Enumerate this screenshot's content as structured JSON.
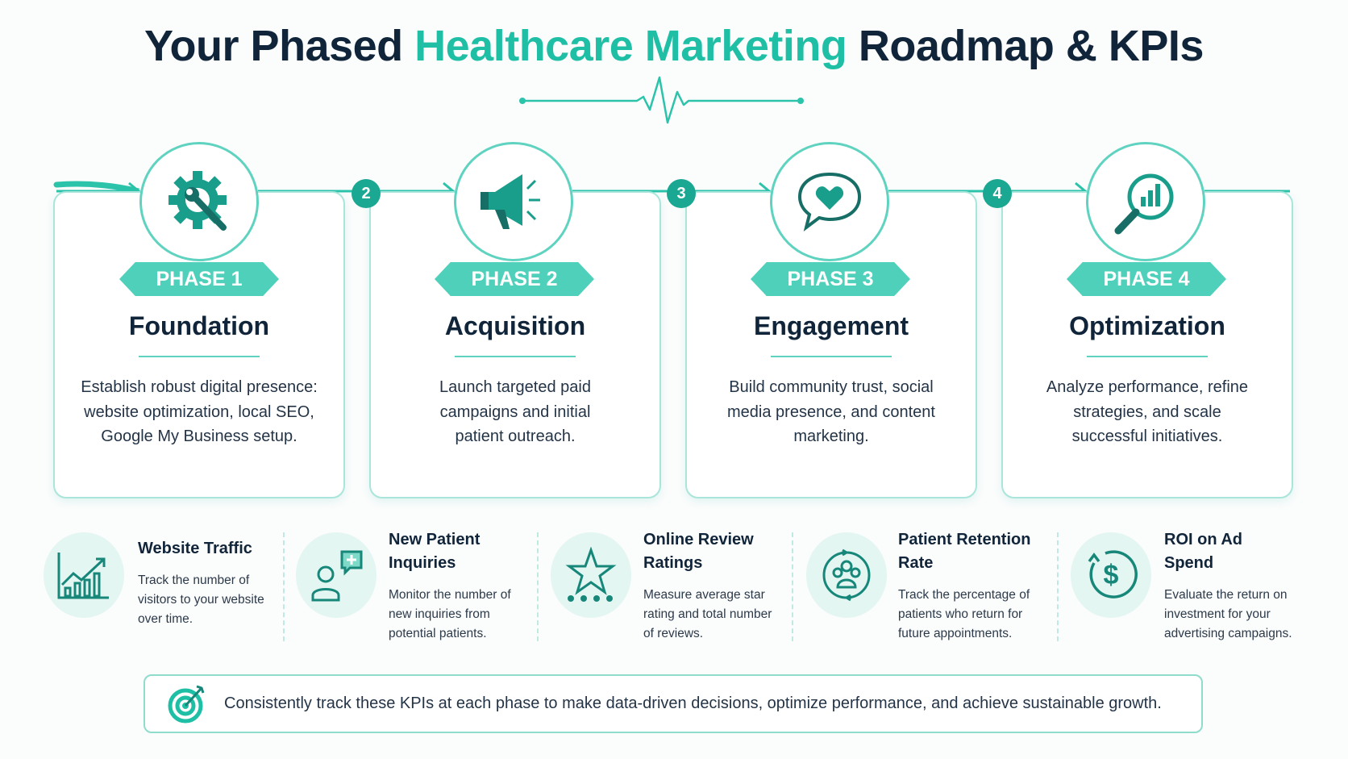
{
  "title": {
    "part1": "Your Phased ",
    "highlight": "Healthcare Marketing",
    "part2": " Roadmap & KPIs"
  },
  "colors": {
    "accent": "#1fbfa6",
    "dark_teal": "#15857a",
    "navy": "#10243a"
  },
  "phases": [
    {
      "number": "1",
      "badge": "PHASE 1",
      "name": "Foundation",
      "icon": "gear-wrench-icon",
      "description": "Establish robust digital presence: website optimization, local SEO, Google My Business setup."
    },
    {
      "number": "2",
      "badge": "PHASE 2",
      "name": "Acquisition",
      "icon": "megaphone-icon",
      "description": "Launch targeted paid campaigns and initial patient outreach."
    },
    {
      "number": "3",
      "badge": "PHASE 3",
      "name": "Engagement",
      "icon": "heart-chat-icon",
      "description": "Build community trust, social media presence, and content marketing."
    },
    {
      "number": "4",
      "badge": "PHASE 4",
      "name": "Optimization",
      "icon": "magnifier-chart-icon",
      "description": "Analyze performance, refine strategies, and scale successful initiatives."
    }
  ],
  "kpis": [
    {
      "title": "Website Traffic",
      "icon": "growth-chart-icon",
      "description": "Track the number of visitors to your website over time."
    },
    {
      "title": "New Patient Inquiries",
      "icon": "person-chat-icon",
      "description": "Monitor the number of new inquiries from potential patients."
    },
    {
      "title": "Online Review Ratings",
      "icon": "star-rating-icon",
      "description": "Measure average star rating and total number of reviews."
    },
    {
      "title": "Patient Retention Rate",
      "icon": "people-cycle-icon",
      "description": "Track the percentage of patients who return for future appointments."
    },
    {
      "title": "ROI on Ad Spend",
      "icon": "dollar-cycle-icon",
      "description": "Evaluate the return on investment for your advertising campaigns."
    }
  ],
  "footer": {
    "icon": "target-icon",
    "text": "Consistently track these KPIs at each phase to make data-driven decisions, optimize performance, and achieve sustainable growth."
  }
}
